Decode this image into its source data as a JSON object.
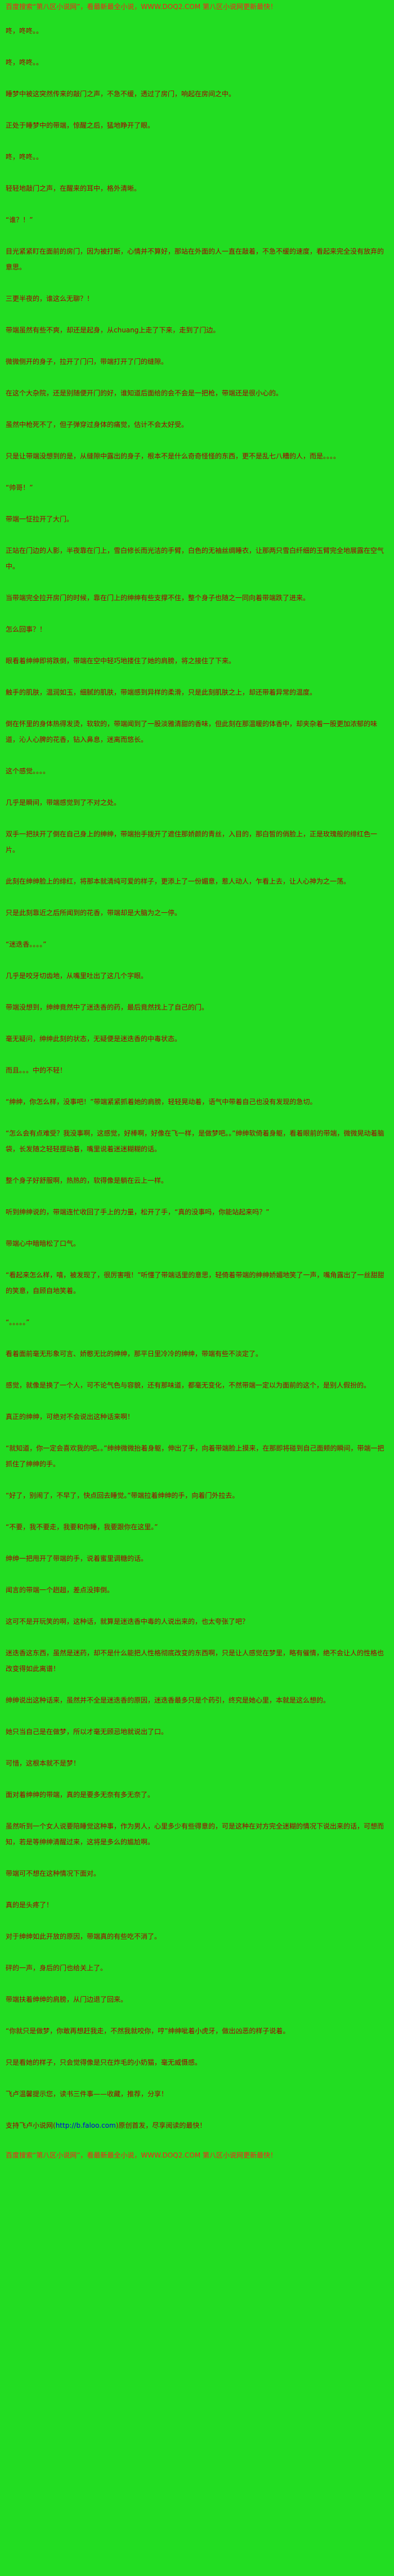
{
  "page": {
    "bg_color": "#22dd22",
    "body_text_color": "#a40000",
    "promo_text_color": "#ff1a1a",
    "link_color": "#0000e0"
  },
  "header": {
    "promo": "百度搜索“第八区小说网”，看最新最全小说，WWW.DOQ2.COM 第八区小说网更新最快！"
  },
  "paragraphs": [
    "咚，咚咚。。",
    "咚，咚咚。。",
    "睡梦中被这突然传来的敲门之声，不急不缓，透过了房门，响起在房间之中。",
    "正处于睡梦中的带端，惊醒之后，猛地睁开了眼。",
    "咚，咚咚。。",
    "轻轻地敲门之声，在醒来的耳中，格外清晰。",
    "“谁？！”",
    "目光紧紧盯在面前的房门，因为被打断，心情并不算好，那站在外面的人一直在敲着，不急不缓的速度，看起来完全没有放弃的意思。",
    "三更半夜的，谁这么无聊？！",
    "带端虽然有些不爽，却还是起身，从chuang上走了下来，走到了门边。",
    "微微侧开的身子，拉开了门闩，带端打开了门的缝隙。",
    "在这个大杂院，还是别随便开门的好，谁知道后面给的会不会是一把枪，带端还是很小心的。",
    "虽然中枪死不了，但子弹穿过身体的痛觉，估计不会太好受。",
    "只是让带端没想到的是，从缝隙中露出的身子，根本不是什么奇奇怪怪的东西，更不是乱七八糟的人，而是。。。。",
    "“帅哥！”",
    "带端一怔拉开了大门。",
    "正站在门边的人影，半夜靠在门上，雪白修长而光洁的手臂，白色的无袖丝绸睡衣，让那两只雪白纤细的玉臂完全地展露在空气中。",
    "当带端完全拉开房门的时候，靠在门上的绅绅有些支撑不住，整个身子也随之一同向着带端跌了进来。",
    "怎么回事？！",
    "眼看着绅绅即将跌倒，带端在空中轻巧地搂住了她的肩膀，将之接住了下来。",
    "触手的肌肤，温润如玉，细腻的肌肤，带端感到异样的柔滑，只是此刻肌肤之上，却还带着异常的温度。",
    "倒在怀里的身体热得发烫，软软的，带端闻到了一股淡雅清甜的香味，但此刻在那温暖的体香中，却夹杂着一股更加浓郁的味道，沁人心脾的花香，钻入鼻息，迷离而悠长。",
    "这个感觉。。。。",
    "几乎是瞬间，带端感觉到了不对之处。",
    "双手一把扶开了倒在自己身上的绅绅，带端抬手拨开了遮住那娇颜的青丝，入目的，那白皙的俏脸上，正是玫瑰般的绯红色一片。",
    "此刻在绅绅脸上的绯红，将那本就清纯可爱的样子，更添上了一份媚意，惹人动人，乍看上去，让人心神为之一荡。",
    "只是此刻靠近之后所闻到的花香，带端却是大脑为之一停。",
    "“迷迭香。。。。”",
    "几乎是咬牙切齿地，从嘴里吐出了这几个字眼。",
    "带端没想到，绅绅竟然中了迷迭香的药，最后竟然找上了自己的门。",
    "毫无疑问，绅绅此刻的状态，无疑便是迷迭香的中毒状态。",
    "而且。。。中的不轻！",
    "“绅绅，你怎么样，没事吧！”带端紧紧抓着她的肩膀，轻轻晃动着，语气中带着自己也没有发现的急切。",
    "“怎么会有点难受？我没事啊，这感觉，好棒啊，好像在飞一样，是做梦吧。。”绅绅软倚着身躯，看着眼前的带端，微微晃动着脑袋，长发随之轻轻摆动着，嘴里说着迷迷糊糊的话。",
    "整个身子好舒服啊，热热的，软得像是躺在云上一样。",
    "听到绅绅说的，带端连忙收回了手上的力量，松开了手，“真的没事吗，你能站起来吗？”",
    "带端心中暗暗松了口气。",
    "“看起来怎么样，嘻，被发现了，很厉害哦！”听懂了带端话里的意思，轻倚着带端的绅绅娇媚地笑了一声，嘴角露出了一丝甜甜的笑意，自顾自地笑着。",
    "“。。。。。”",
    "看着面前毫无形象可言、娇憨无比的绅绅，那平日里冷冷的绅绅，带端有些不淡定了。",
    "感觉，就像是换了一个人，可不论气色与容貌，还有那味道，都毫无变化，不然带端一定以为面前的这个，是别人假扮的。",
    "真正的绅绅，可绝对不会说出这种话来啊！",
    "“就知道，你一定会喜欢我的吧。。”绅绅微微抬着身躯，伸出了手，向着带端脸上摸来，在那即将碰到自己面颊的瞬间，带端一把抓住了绅绅的手。",
    "“好了，别闹了，不早了，快点回去睡觉。”带端拉着绅绅的手，向着门外拉去。",
    "“不要，我不要走，我要和你睡，我要跟你在这里。”",
    "绅绅一把甩开了带端的手，说着蜜里调糖的话。",
    "闻言的带端一个趔趄，差点没摔倒。",
    "这可不是开玩笑的啊，这种话，就算是迷迭香中毒的人说出来的，也太夸张了吧？",
    "迷迭香这东西，虽然是迷药，却不是什么能把人性格彻底改变的东西啊，只是让人感觉在梦里，略有催情，绝不会让人的性格也改变得如此离谱！",
    "绅绅说出这种话来，虽然并不全是迷迭香的原因，迷迭香最多只是个药引，终究是她心里，本就是这么想的。",
    "她只当自己是在做梦，所以才毫无顾忌地就说出了口。",
    "可惜，这根本就不是梦！",
    "面对着绅绅的带端，真的是要多无奈有多无奈了。",
    "虽然听到一个女人说要陪睡觉这种事，作为男人，心里多少有些得意的，可是这种在对方完全迷糊的情况下说出来的话，可想而知，若是等绅绅清醒过来，这将是多么的尴尬啊。",
    "带端可不想在这种情况下面对。",
    "真的是头疼了！",
    "对于绅绅如此开放的原因，带端真的有些吃不消了。",
    "砰的一声，身后的门也给关上了。",
    "带端扶着绅绅的肩膀，从门边退了回来。",
    "“你就只是做梦，你敢再想赶我走，不然我就咬你，哼”绅绅呲着小虎牙，做出凶恶的样子说着。",
    "只是看她的样子，只会觉得像是只在炸毛的小奶猫，毫无威慑感。"
  ],
  "notice": {
    "tip": "飞卢温馨提示您，读书三件事——收藏，推荐，分享！",
    "support_prefix": "支持飞卢小说网(",
    "support_url": "http://b.faloo.com",
    "support_suffix": ")原创首发，尽享阅读的最快！"
  },
  "footer": {
    "promo": "百度搜索“第八区小说网”，看最新最全小说，WWW.DOQ2.COM 第八区小说网更新最快！"
  }
}
